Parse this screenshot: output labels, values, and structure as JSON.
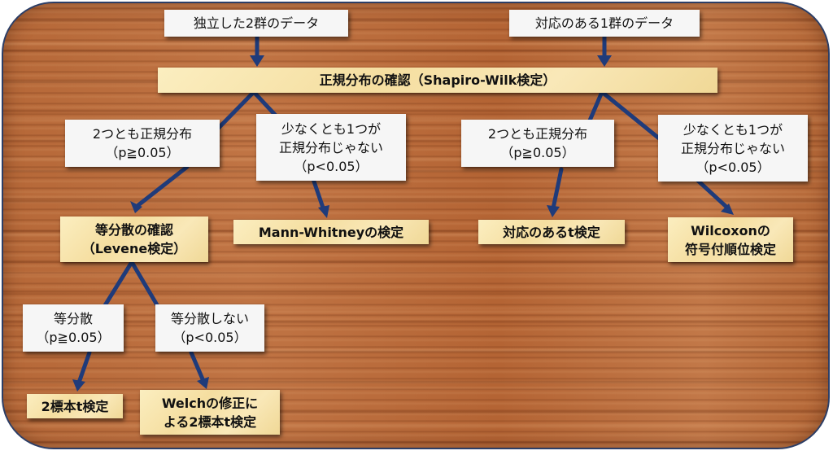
{
  "colors": {
    "arrow": "#1f3b7a",
    "wood": "#b86a3a",
    "parchment": "#f5dea0",
    "white_box": "#f6f6f6"
  },
  "nodes": {
    "independent_data": {
      "lines": [
        "独立した2群のデータ"
      ]
    },
    "paired_data": {
      "lines": [
        "対応のある1群のデータ"
      ]
    },
    "normality_check": {
      "lines": [
        "正規分布の確認（Shapiro-Wilk検定）"
      ]
    },
    "left_both_normal": {
      "lines": [
        "2つとも正規分布",
        "（p≧0.05）"
      ]
    },
    "left_not_normal": {
      "lines": [
        "少なくとも1つが",
        "正規分布じゃない",
        "（p<0.05）"
      ]
    },
    "right_both_normal": {
      "lines": [
        "2つとも正規分布",
        "（p≧0.05）"
      ]
    },
    "right_not_normal": {
      "lines": [
        "少なくとも1つが",
        "正規分布じゃない",
        "（p<0.05）"
      ]
    },
    "levene_check": {
      "lines": [
        "等分散の確認",
        "（Levene検定）"
      ]
    },
    "mann_whitney": {
      "lines": [
        "Mann-Whitneyの検定"
      ]
    },
    "paired_t": {
      "lines": [
        "対応のあるt検定"
      ]
    },
    "wilcoxon": {
      "lines": [
        "Wilcoxonの",
        "符号付順位検定"
      ]
    },
    "equal_var": {
      "lines": [
        "等分散",
        "（p≧0.05）"
      ]
    },
    "unequal_var": {
      "lines": [
        "等分散しない",
        "（p<0.05）"
      ]
    },
    "two_sample_t": {
      "lines": [
        "2標本t検定"
      ]
    },
    "welch": {
      "lines": [
        "Welchの修正に",
        "よる2標本t検定"
      ]
    }
  }
}
